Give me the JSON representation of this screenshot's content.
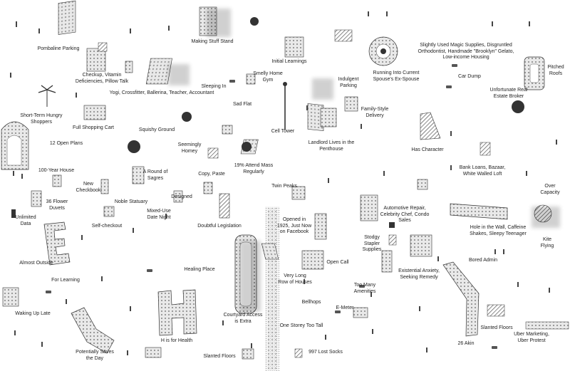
{
  "labels": [
    {
      "id": "pombaline-parking",
      "text": "Pombaline Parking"
    },
    {
      "id": "making-stuff-stand",
      "text": "Making Stuff Stand"
    },
    {
      "id": "initial-learnings",
      "text": "Initial Learnings"
    },
    {
      "id": "magic-supplies",
      "text": "Slightly Used Magic Supplies, Disgruntled\nOrthodontist, Handmade \"Brooklyn\" Gelato,\nLow-income Housing"
    },
    {
      "id": "pitched-roofs",
      "text": "Pitched\nRoofs"
    },
    {
      "id": "checkup",
      "text": "Checkup, Vitamin\nDeficiencies,  Pillow Talk"
    },
    {
      "id": "yogi",
      "text": "Yogi, Crossfitter, Ballerina, Teacher, Accountant"
    },
    {
      "id": "sleeping-in",
      "text": "Sleeping In"
    },
    {
      "id": "smelly-home-gym",
      "text": "Smelly Home\nGym"
    },
    {
      "id": "indulgent-parking",
      "text": "Indulgent\nParking"
    },
    {
      "id": "ex-spouse",
      "text": "Running Into Current\nSpouse's Ex-Spouse"
    },
    {
      "id": "car-dump",
      "text": "Car Dump"
    },
    {
      "id": "real-estate-broker",
      "text": "Unfortunate Real\nEstate Broker"
    },
    {
      "id": "short-term-hungry",
      "text": "Short-Term Hungry\nShoppers"
    },
    {
      "id": "full-shopping-cart",
      "text": "Full Shopping Cart"
    },
    {
      "id": "sad-flat",
      "text": "Sad Flat"
    },
    {
      "id": "family-style",
      "text": "Family-Style\nDelivery"
    },
    {
      "id": "squishy-ground",
      "text": "Squishy Ground"
    },
    {
      "id": "cell-tower",
      "text": "Cell Tower"
    },
    {
      "id": "seemingly-homey",
      "text": "Seemingly\nHomey"
    },
    {
      "id": "landlord",
      "text": "Landlord Lives in the\nPenthouse"
    },
    {
      "id": "has-character",
      "text": "Has Character"
    },
    {
      "id": "open-plans",
      "text": "12 Open Plans"
    },
    {
      "id": "attend-mass",
      "text": "19% Attend Mass\nRegularly"
    },
    {
      "id": "hundred-year-house",
      "text": "100-Year House"
    },
    {
      "id": "round-of-sagres",
      "text": "A Round of\nSagres"
    },
    {
      "id": "copy-paste",
      "text": "Copy, Paste"
    },
    {
      "id": "bank-loans",
      "text": "Bank Loans, Bazaar,\nWhite Walled Loft"
    },
    {
      "id": "new-checkbook",
      "text": "New\nCheckbook"
    },
    {
      "id": "twin-peaks",
      "text": "Twin Peaks"
    },
    {
      "id": "over-capacity",
      "text": "Over Capacity"
    },
    {
      "id": "designed",
      "text": "Designed"
    },
    {
      "id": "flower-duvets",
      "text": "36 Flower\nDuvets"
    },
    {
      "id": "noble-statuary",
      "text": "Noble Statuary"
    },
    {
      "id": "automotive-repair",
      "text": "Automotive Repair,\nCelebrity Chef, Condo\nSales"
    },
    {
      "id": "unlimited-data",
      "text": "Unlimited\nData"
    },
    {
      "id": "mixed-use",
      "text": "Mixed-Use\nDate Night"
    },
    {
      "id": "opened-1925",
      "text": "Opened in\n1925, Just Now\non Facebook"
    },
    {
      "id": "self-checkout",
      "text": "Self-checkout"
    },
    {
      "id": "doubtful-legislation",
      "text": "Doubtful Legislation"
    },
    {
      "id": "hole-in-the-wall",
      "text": "Hole in the Wall, Caffeine\nShakes, Sleepy Teenager"
    },
    {
      "id": "kite-flying",
      "text": "Kite Flying"
    },
    {
      "id": "stodgy-stapler",
      "text": "Stodgy\nStapler\nSupplies"
    },
    {
      "id": "almost-outside",
      "text": "Almost Outside"
    },
    {
      "id": "open-call",
      "text": "Open Call"
    },
    {
      "id": "bored-admin",
      "text": "Bored Admin"
    },
    {
      "id": "healing-place",
      "text": "Healing Place"
    },
    {
      "id": "existential-anxiety",
      "text": "Existential Anxiety,\nSeeking Remedy"
    },
    {
      "id": "for-learning",
      "text": "For Learning"
    },
    {
      "id": "very-long-row",
      "text": "Very Long\nRow of Houses"
    },
    {
      "id": "too-many-amenities",
      "text": "Too Many\nAmenities"
    },
    {
      "id": "bellhops",
      "text": "Bellhops"
    },
    {
      "id": "e-meter",
      "text": "E-Meter"
    },
    {
      "id": "waking-up-late",
      "text": "Waking Up Late"
    },
    {
      "id": "courtyard-access",
      "text": "Courtyard Access\nis Extra"
    },
    {
      "id": "one-storey",
      "text": "One Storey Too Tall"
    },
    {
      "id": "slanted-floors-right",
      "text": "Slanted Floors"
    },
    {
      "id": "uber-marketing",
      "text": "Uber Marketing,\nUber Protest"
    },
    {
      "id": "h-is-for-health",
      "text": "H is for Health"
    },
    {
      "id": "twenty-six-akin",
      "text": "26 Akin"
    },
    {
      "id": "saves-the-day",
      "text": "Potentially Saves\nthe Day"
    },
    {
      "id": "slanted-floors-bottom",
      "text": "Slanted Floors"
    },
    {
      "id": "lost-socks",
      "text": "997 Lost Socks"
    }
  ]
}
